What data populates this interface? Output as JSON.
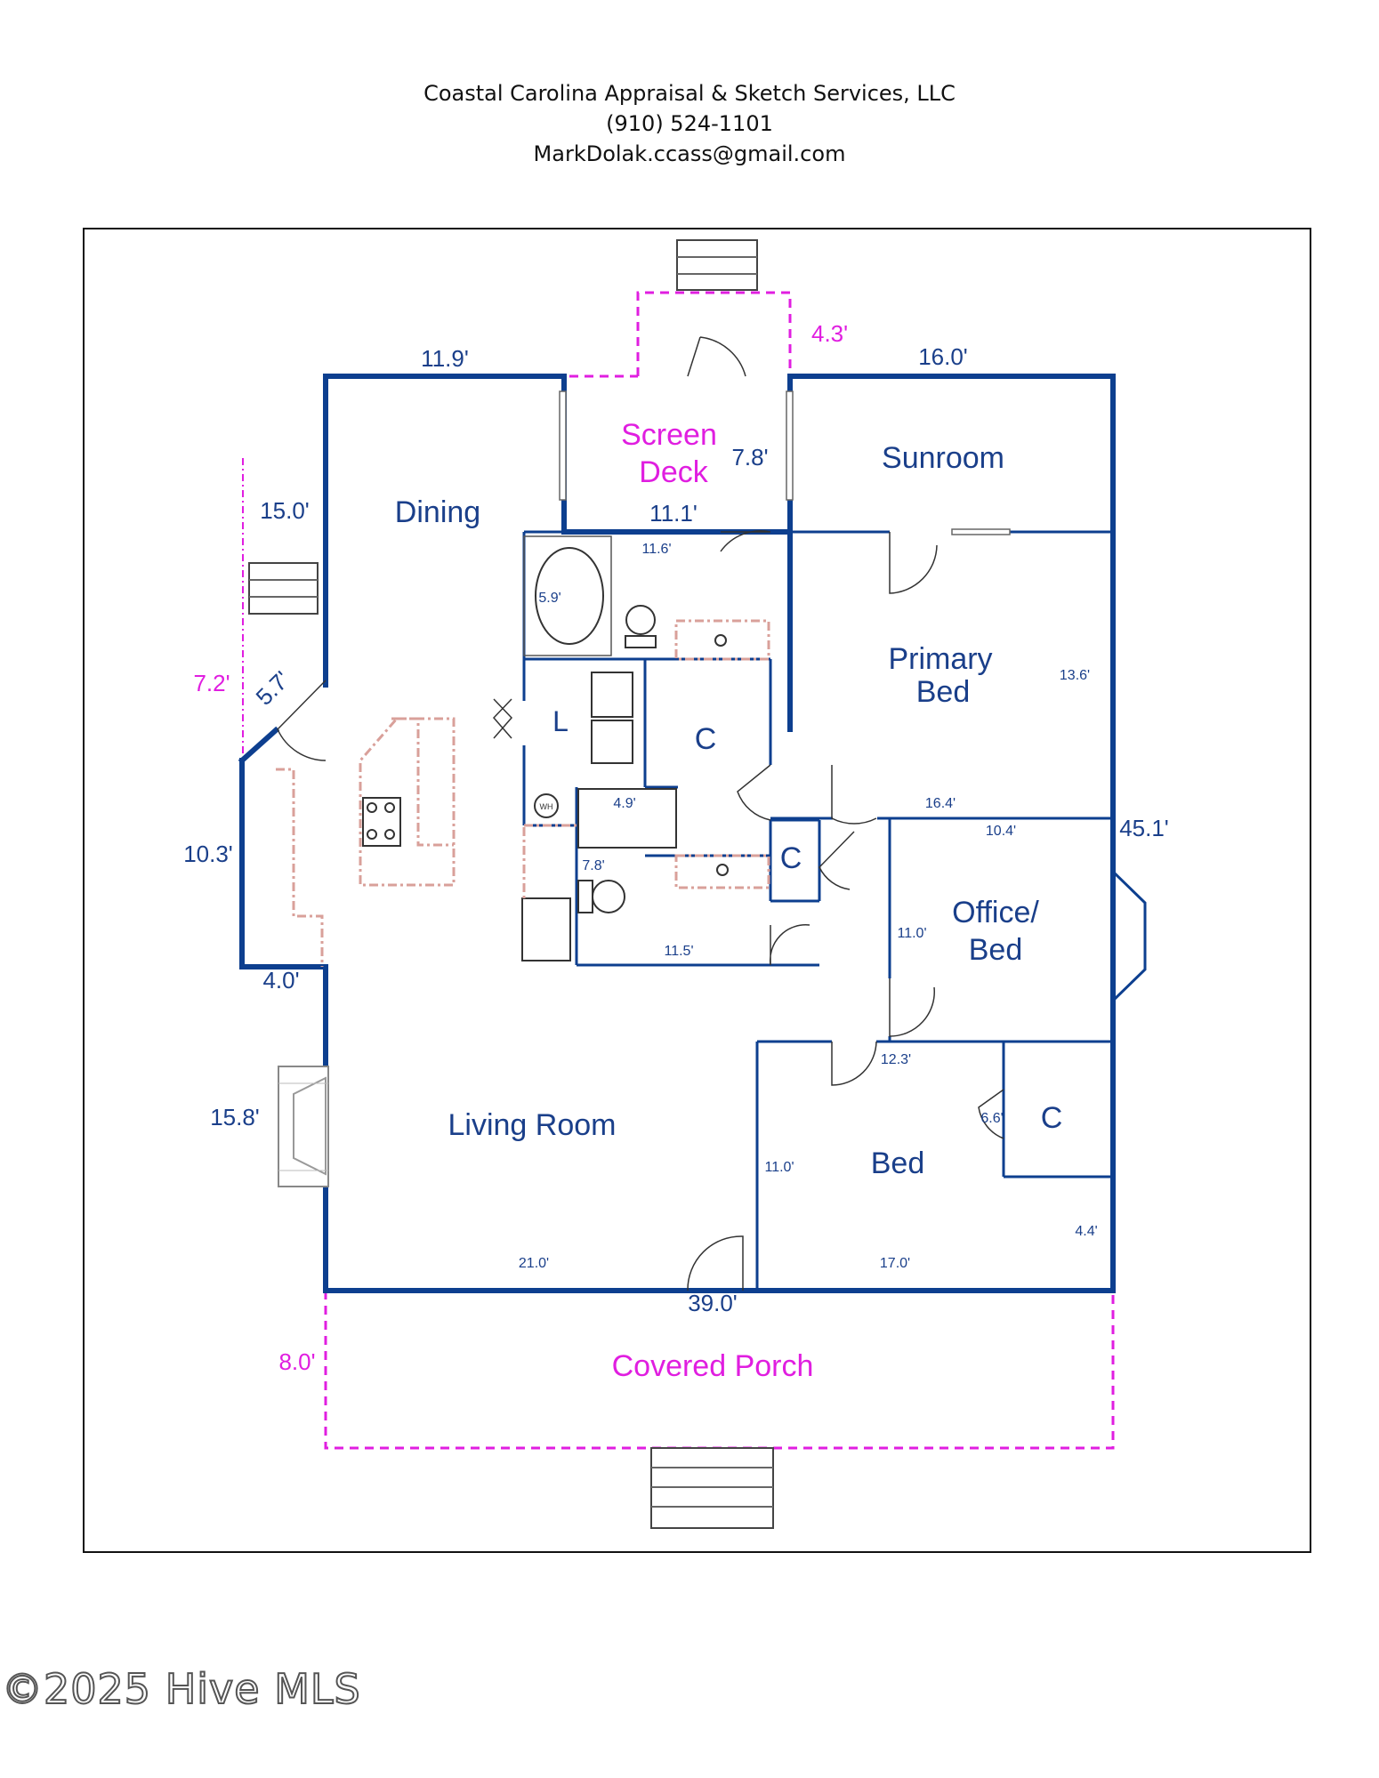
{
  "header": {
    "company": "Coastal Carolina Appraisal & Sketch Services, LLC",
    "phone": "(910) 524-1101",
    "email": "MarkDolak.ccass@gmail.com"
  },
  "rooms": {
    "screen_deck_line1": "Screen",
    "screen_deck_line2": "Deck",
    "sunroom": "Sunroom",
    "dining": "Dining",
    "primary_bed_line1": "Primary",
    "primary_bed_line2": "Bed",
    "laundry": "L",
    "closet_center": "C",
    "closet_small": "C",
    "office_line1": "Office/",
    "office_line2": "Bed",
    "living_room": "Living Room",
    "bed": "Bed",
    "closet_bed": "C",
    "covered_porch": "Covered Porch",
    "water_heater": "WH"
  },
  "dimensions": {
    "dining_top": "11.9'",
    "deck_step": "4.3'",
    "sunroom_top": "16.0'",
    "deck_depth": "7.8'",
    "deck_width": "11.1'",
    "dining_left": "15.0'",
    "angle_wall": "5.7'",
    "left_step": "7.2'",
    "left_lower": "10.3'",
    "jog": "4.0'",
    "fireplace_wall": "15.8'",
    "living_bottom": "21.0'",
    "house_width": "39.0'",
    "bed_bottom": "17.0'",
    "porch_depth": "8.0'",
    "house_depth": "45.1'",
    "bath_top": "11.6'",
    "tub": "5.9'",
    "primary_depth": "13.6'",
    "primary_width": "16.4'",
    "office_width": "10.4'",
    "office_depth": "11.0'",
    "shower": "4.9'",
    "bath2_depth": "7.8'",
    "bath2_width": "11.5'",
    "bed_width": "12.3'",
    "bed_closet": "6.6'",
    "bed_depth": "11.0'",
    "bed_closet_depth": "4.4'"
  },
  "watermark": "©2025 Hive MLS",
  "colors": {
    "wall": "#0d3f8f",
    "label": "#1a3f8a",
    "exterior": "#e01ee0",
    "counter": "#d9a09a"
  }
}
